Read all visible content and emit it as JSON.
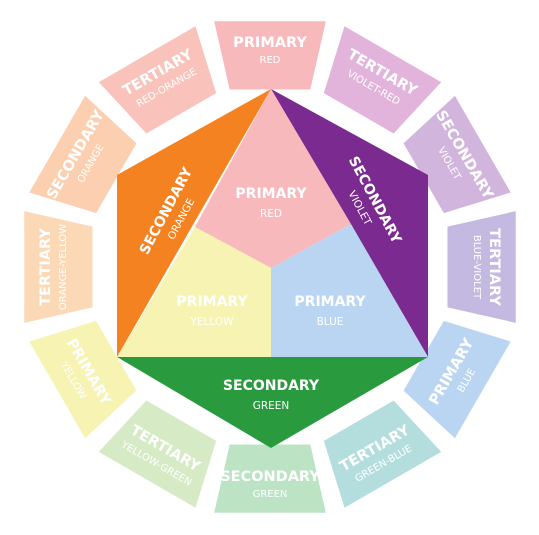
{
  "wheel_segments": [
    {
      "type": "PRIMARY",
      "name": "RED",
      "color": "#F8B9BC"
    },
    {
      "type": "TERTIARY",
      "name": "VIOLET-RED",
      "color": "#E2B4DC"
    },
    {
      "type": "SECONDARY",
      "name": "VIOLET",
      "color": "#D2B5DD"
    },
    {
      "type": "TERTIARY",
      "name": "BLUE-VIOLET",
      "color": "#C4B9E0"
    },
    {
      "type": "PRIMARY",
      "name": "BLUE",
      "color": "#BAD5F1"
    },
    {
      "type": "TERTIARY",
      "name": "GREEN-BLUE",
      "color": "#B4DEDE"
    },
    {
      "type": "SECONDARY",
      "name": "GREEN",
      "color": "#BDE3C5"
    },
    {
      "type": "TERTIARY",
      "name": "YELLOW-GREEN",
      "color": "#D6EBC5"
    },
    {
      "type": "PRIMARY",
      "name": "YELLOW",
      "color": "#F6F3B3"
    },
    {
      "type": "TERTIARY",
      "name": "ORANGE-YELLOW",
      "color": "#FBD9B7"
    },
    {
      "type": "SECONDARY",
      "name": "ORANGE",
      "color": "#FBCFB0"
    },
    {
      "type": "TERTIARY",
      "name": "RED-ORANGE",
      "color": "#F9C3BB"
    }
  ],
  "hexagon": {
    "primary_red": {
      "type": "PRIMARY",
      "name": "RED",
      "color": "#F8B9BC"
    },
    "primary_yellow": {
      "type": "PRIMARY",
      "name": "YELLOW",
      "color": "#F6F3B3"
    },
    "primary_blue": {
      "type": "PRIMARY",
      "name": "BLUE",
      "color": "#BAD5F1"
    },
    "secondary_orange": {
      "type": "SECONDARY",
      "name": "ORANGE",
      "color": "#F58220"
    },
    "secondary_violet": {
      "type": "SECONDARY",
      "name": "VIOLET",
      "color": "#7B2A8F"
    },
    "secondary_green": {
      "type": "SECONDARY",
      "name": "GREEN",
      "color": "#2A9A3F"
    }
  }
}
